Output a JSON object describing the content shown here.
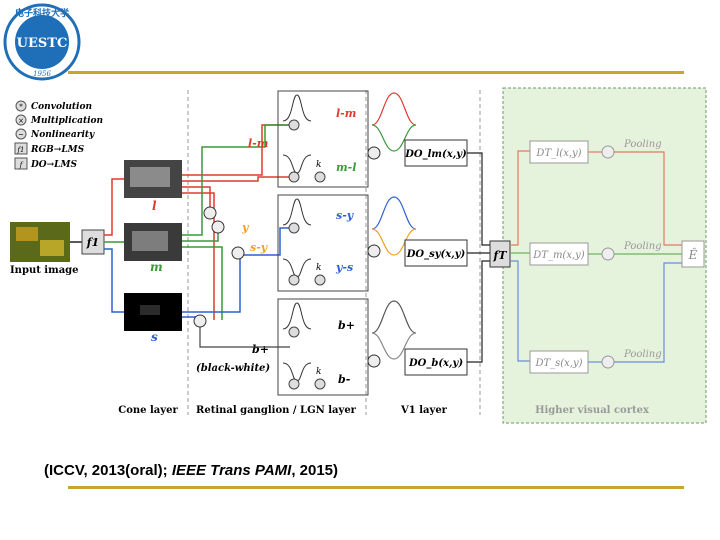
{
  "logo": {
    "name": "UESTC",
    "year": "1956",
    "ring_text": "电子科技大学",
    "color": "#1f6fb8"
  },
  "legend": {
    "items": [
      {
        "symbol": "*",
        "label": "Convolution"
      },
      {
        "symbol": "×",
        "label": "Multiplication"
      },
      {
        "symbol": "~",
        "label": "Nonlinearity"
      },
      {
        "symbol": "f1",
        "label": "RGB→LMS"
      },
      {
        "symbol": "f",
        "label": "DO→LMS"
      }
    ]
  },
  "input": {
    "label": "Input image",
    "f1": "f1"
  },
  "cone": {
    "channels": [
      "l",
      "m",
      "s"
    ]
  },
  "ganglion": {
    "upper_label": "l-m",
    "y_label": "y",
    "sy_label": "s-y",
    "bw_label": "b+",
    "bw_note": "(black-white)",
    "k_label": "k"
  },
  "v1": {
    "curve_labels": [
      "l-m",
      "m-l",
      "s-y",
      "y-s",
      "b+",
      "b-"
    ],
    "do_labels": [
      "DO_lm(x,y)",
      "DO_sy(x,y)",
      "DO_b(x,y)"
    ],
    "ft": "fT"
  },
  "higher": {
    "dt_labels": [
      "DT_l(x,y)",
      "DT_m(x,y)",
      "DT_s(x,y)"
    ],
    "pooling": [
      "Pooling",
      "Pooling",
      "Pooling"
    ],
    "output": "Ê"
  },
  "sections": {
    "cone": "Cone layer",
    "ganglion": "Retinal ganglion / LGN layer",
    "v1": "V1 layer",
    "higher": "Higher visual cortex"
  },
  "colors": {
    "red": "#e03a2e",
    "green": "#3a9a3a",
    "blue": "#2f5fd0",
    "orange": "#f0a020",
    "higher_bg": "#e6f3dc"
  },
  "citation": {
    "pre": "(ICCV, 2013(oral); ",
    "journal": "IEEE Trans PAMI",
    "post": ", 2015)"
  }
}
